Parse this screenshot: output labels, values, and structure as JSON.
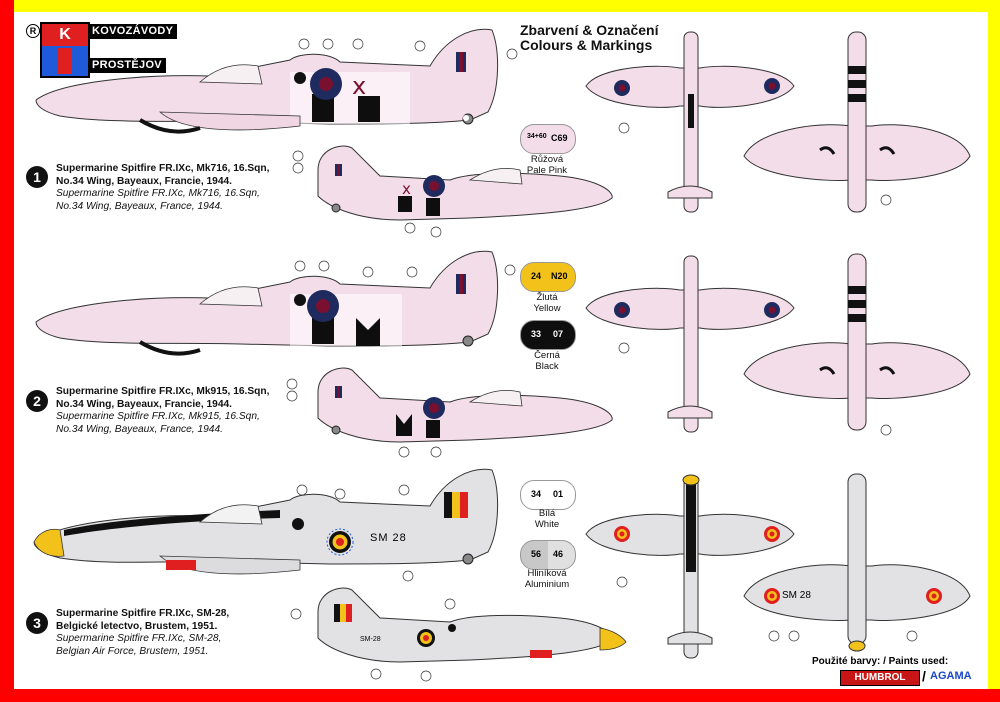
{
  "brand": {
    "kovozavody": "KOVOZÁVODY",
    "prostejov": "PROSTĚJOV",
    "k": "K",
    "r": "R"
  },
  "title": {
    "cz": "Zbarvení & Označení",
    "en": "Colours & Markings"
  },
  "schemes": [
    {
      "num": "1",
      "cz": [
        "Supermarine Spitfire FR.IXc, Mk716, 16.Sqn,",
        "No.34 Wing, Bayeaux, Francie, 1944."
      ],
      "en": [
        "Supermarine Spitfire FR.IXc, Mk716, 16.Sqn,",
        "No.34 Wing, Bayeaux, France, 1944."
      ]
    },
    {
      "num": "2",
      "cz": [
        "Supermarine Spitfire FR.IXc, Mk915, 16.Sqn,",
        "No.34 Wing, Bayeaux, Francie, 1944."
      ],
      "en": [
        "Supermarine Spitfire FR.IXc, Mk915, 16.Sqn,",
        "No.34 Wing, Bayeaux, France, 1944."
      ]
    },
    {
      "num": "3",
      "cz": [
        "Supermarine Spitfire FR.IXc, SM-28,",
        "Belgické letectvo, Brustem, 1951."
      ],
      "en": [
        "Supermarine Spitfire FR.IXc, SM-28,",
        "Belgian Air Force, Brustem, 1951."
      ]
    }
  ],
  "swatches": [
    {
      "a": "34+60",
      "b": "C69",
      "cz": "Růžová",
      "en": "Pale Pink",
      "fill": "#f3dde8",
      "fill2": "#f3dde8"
    },
    {
      "a": "24",
      "b": "N20",
      "cz": "Žlutá",
      "en": "Yellow",
      "fill": "#f2c21a",
      "fill2": "#f2c21a"
    },
    {
      "a": "33",
      "b": "07",
      "cz": "Černá",
      "en": "Black",
      "fill": "#0e0e0e",
      "fill2": "#0e0e0e"
    },
    {
      "a": "34",
      "b": "01",
      "cz": "Bílá",
      "en": "White",
      "fill": "#ffffff",
      "fill2": "#ffffff"
    },
    {
      "a": "56",
      "b": "46",
      "cz": "Hliníková",
      "en": "Aluminium",
      "fill": "#c8c8c8",
      "fill2": "#e0e0e0"
    }
  ],
  "codes": {
    "sm28": "SM 28",
    "sm28b": "SM-28",
    "sm28c": "SM 28"
  },
  "paints": {
    "label": "Použité barvy: / Paints used:",
    "humbrol": "HUMBROL",
    "slash": "/",
    "agama": "AGAMA"
  },
  "colors": {
    "pink": "#f3dde8",
    "grey": "#e2e2e4",
    "black": "#0e0e0e",
    "roundel_red": "#7a1030",
    "roundel_blue": "#1f2a5e",
    "yellow": "#f2c21a",
    "belg_red": "#e02020"
  }
}
